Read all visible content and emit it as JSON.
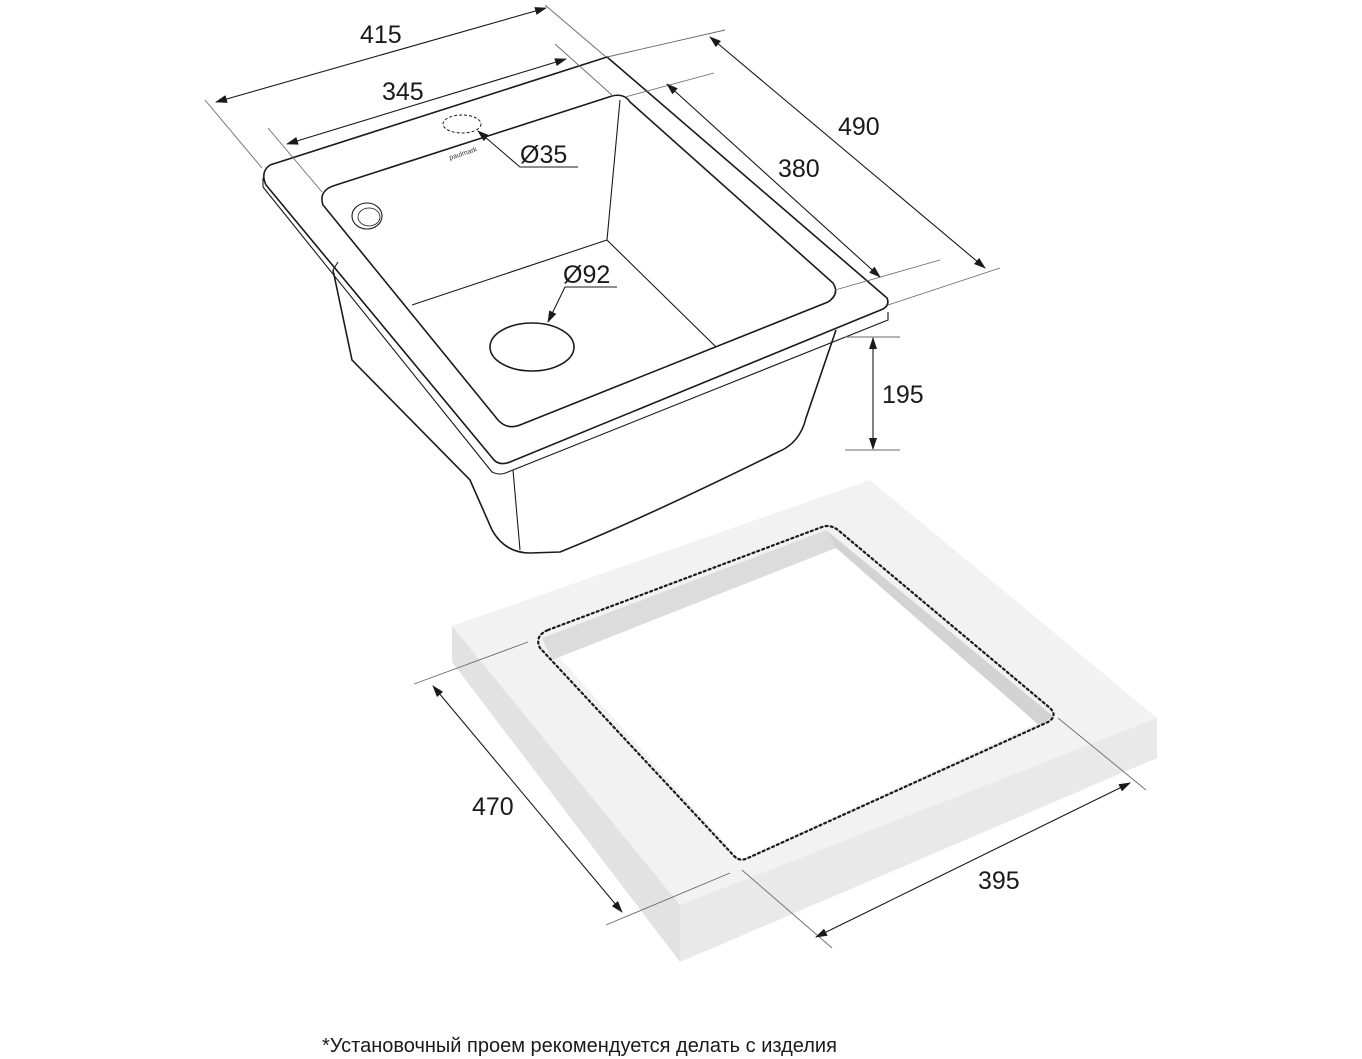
{
  "diagram": {
    "brand": "paulmark",
    "dimensions": {
      "overall_width": "415",
      "bowl_width": "345",
      "overall_depth": "490",
      "bowl_depth": "380",
      "bowl_height": "195",
      "tap_hole": "Ø35",
      "drain_hole": "Ø92",
      "cutout_depth": "470",
      "cutout_width": "395"
    },
    "colors": {
      "line": "#1a1a1a",
      "countertop_top": "#f2f2f2",
      "countertop_side": "#e2e2e2",
      "countertop_inner": "#dcdcdc"
    }
  },
  "footnote": "*Установочный проем рекомендуется делать с изделия"
}
